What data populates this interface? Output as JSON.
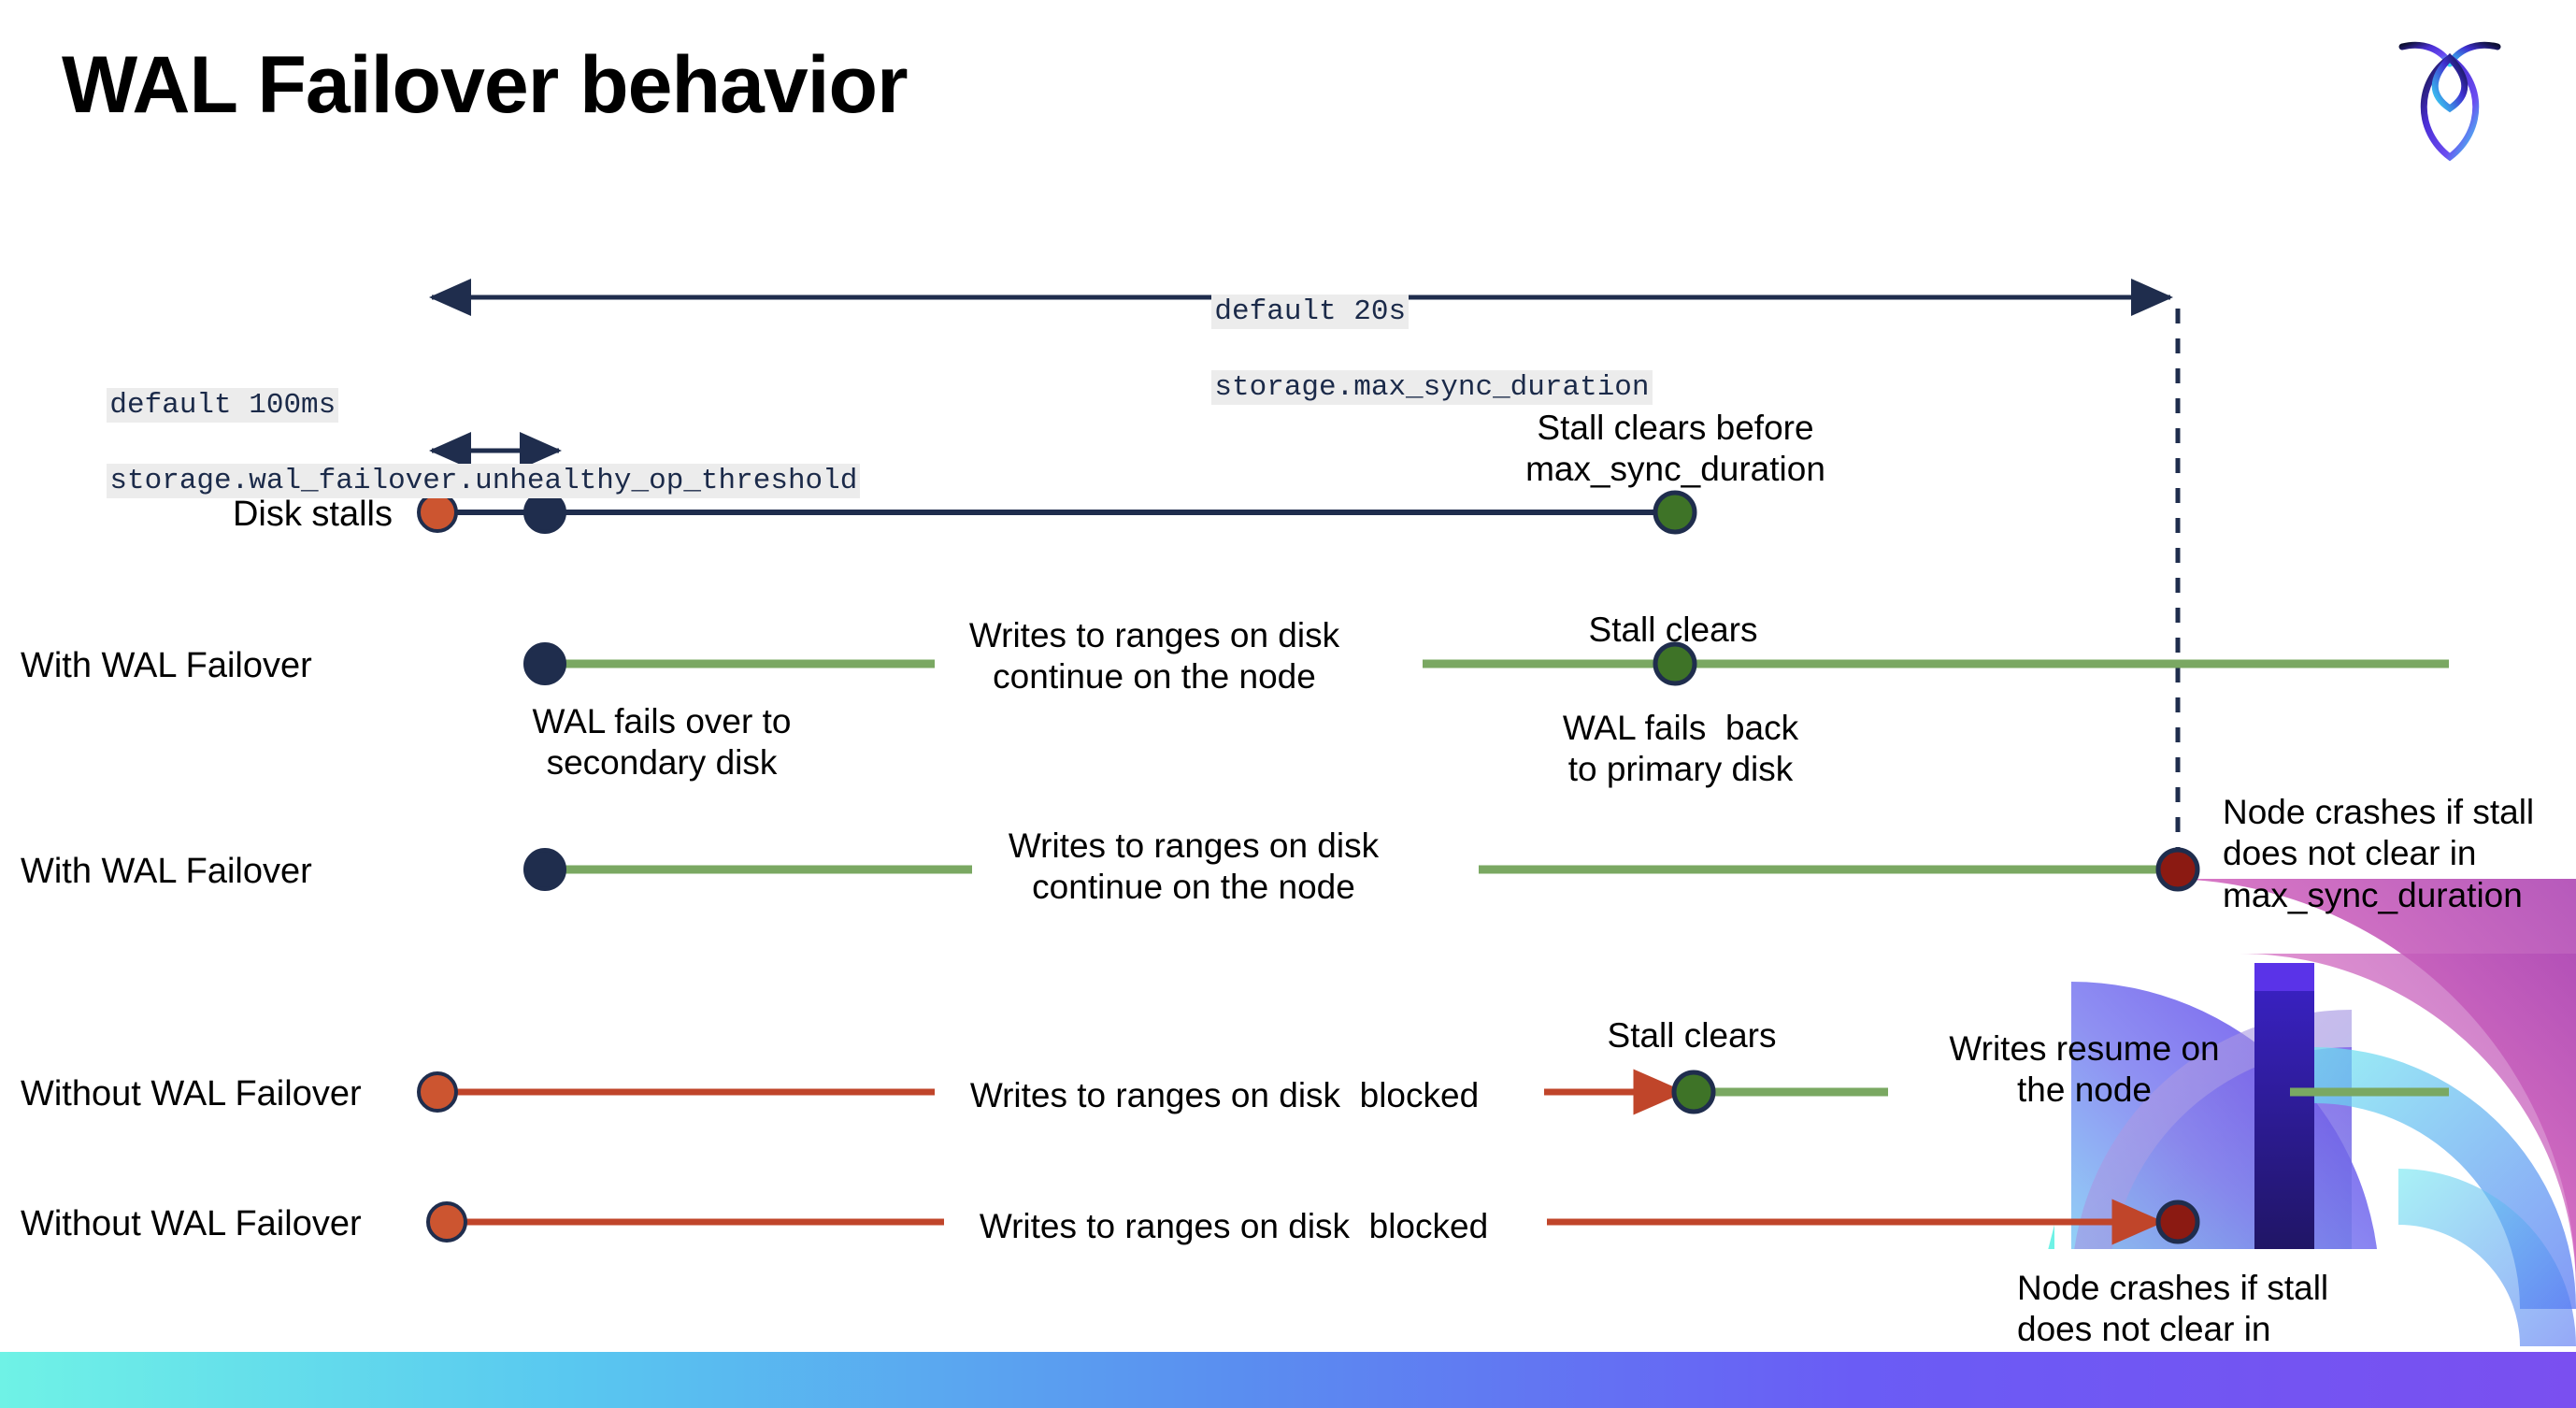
{
  "slide": {
    "title": "WAL Failover behavior",
    "logo_name": "cockroachdb-logo",
    "accent_colors": {
      "navy": "#1f2d4d",
      "green_line": "#7aa862",
      "green_dot": "#3e7327",
      "red_line": "#c0452a",
      "orange_dot": "#cc5530",
      "dark_red_dot": "#8b1a12",
      "code_bg": "#ececec"
    }
  },
  "settings": {
    "max_sync": {
      "default_label": "default 20s",
      "setting_name": "storage.max_sync_duration"
    },
    "unhealthy_op": {
      "default_label": "default 100ms",
      "setting_name": "storage.wal_failover.unhealthy_op_threshold"
    }
  },
  "rows": [
    {
      "id": "disk-stalls",
      "label": "Disk stalls",
      "annotations": [
        "Stall clears before\nmax_sync_duration"
      ]
    },
    {
      "id": "with-wal-failover-1",
      "label": "With WAL Failover",
      "annotations": [
        "Writes to ranges on disk\ncontinue on the node",
        "Stall clears",
        "WAL fails over to\nsecondary disk",
        "WAL fails  back\nto primary disk"
      ]
    },
    {
      "id": "with-wal-failover-2",
      "label": "With WAL Failover",
      "annotations": [
        "Writes to ranges on disk\ncontinue on the node",
        "Node crashes if stall\ndoes not clear in\nmax_sync_duration"
      ]
    },
    {
      "id": "without-wal-failover-1",
      "label": "Without WAL Failover",
      "annotations": [
        "Writes to ranges on disk  blocked",
        "Stall clears",
        "Writes resume on\nthe node"
      ]
    },
    {
      "id": "without-wal-failover-2",
      "label": "Without WAL Failover",
      "annotations": [
        "Writes to ranges on disk  blocked",
        "Node crashes if stall\ndoes not clear in\nmax_sync_duration"
      ]
    }
  ],
  "labels": {
    "disk_stalls": "Disk stalls",
    "with_wal_failover_a": "With WAL Failover",
    "with_wal_failover_b": "With WAL Failover",
    "without_wal_failover_a": "Without WAL Failover",
    "without_wal_failover_b": "Without WAL Failover",
    "stall_clears_before_max": "Stall clears before\nmax_sync_duration",
    "writes_continue_a": "Writes to ranges on disk\ncontinue on the node",
    "writes_continue_b": "Writes to ranges on disk\ncontinue on the node",
    "stall_clears_1": "Stall clears",
    "stall_clears_2": "Stall clears",
    "wal_fails_over": "WAL fails over to\nsecondary disk",
    "wal_fails_back": "WAL fails  back\nto primary disk",
    "node_crashes_a": "Node crashes if stall\ndoes not clear in\nmax_sync_duration",
    "node_crashes_b": "Node crashes if stall\ndoes not clear in\nmax_sync_duration",
    "writes_blocked_a": "Writes to ranges on disk  blocked",
    "writes_blocked_b": "Writes to ranges on disk  blocked",
    "writes_resume": "Writes resume on\nthe node"
  }
}
